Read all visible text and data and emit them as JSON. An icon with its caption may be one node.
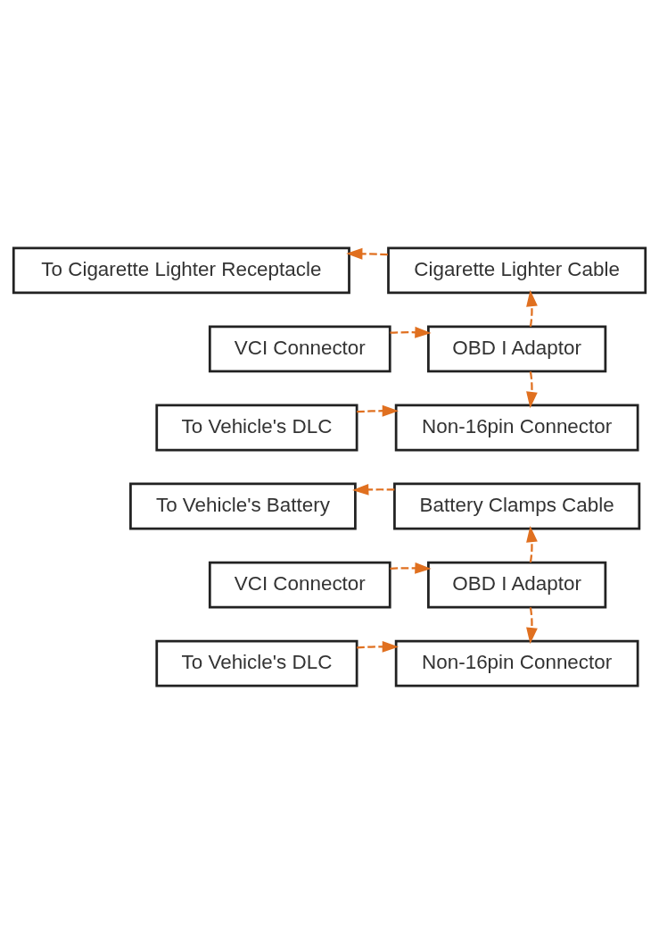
{
  "diagram": {
    "nodes": [
      {
        "text": [
          "To Cigarette Lighter Receptacle"
        ]
      },
      {
        "text": [
          "Cigarette Lighter Cable"
        ]
      },
      {
        "text": [
          "VCI Connector"
        ]
      },
      {
        "text": [
          "OBD I Adaptor"
        ]
      },
      {
        "text": [
          "To Vehicle's DLC"
        ]
      },
      {
        "text": [
          "Non-16pin Connector"
        ]
      },
      {
        "text": [
          "To Vehicle's Battery"
        ]
      },
      {
        "text": [
          "Battery Clamps Cable"
        ]
      },
      {
        "text": [
          "VCI Connector"
        ]
      },
      {
        "text": [
          "OBD I Adaptor"
        ]
      },
      {
        "text": [
          "To Vehicle's DLC"
        ]
      },
      {
        "text": [
          "Non-16pin Connector"
        ]
      }
    ],
    "edges": [
      {
        "from": 1,
        "to": 0,
        "arrow": "to",
        "style": "dashed",
        "color": "#e07020"
      },
      {
        "from": 3,
        "to": 1,
        "arrow": "to",
        "style": "dashed",
        "color": "#e07020"
      },
      {
        "from": 2,
        "to": 3,
        "arrow": "to",
        "style": "dashed",
        "color": "#e07020"
      },
      {
        "from": 3,
        "to": 5,
        "arrow": "to",
        "style": "dashed",
        "color": "#e07020"
      },
      {
        "from": 4,
        "to": 5,
        "arrow": "to",
        "style": "dashed",
        "color": "#e07020"
      },
      {
        "from": 7,
        "to": 6,
        "arrow": "to",
        "style": "dashed",
        "color": "#e07020"
      },
      {
        "from": 9,
        "to": 7,
        "arrow": "to",
        "style": "dashed",
        "color": "#e07020"
      },
      {
        "from": 8,
        "to": 9,
        "arrow": "to",
        "style": "dashed",
        "color": "#e07020"
      },
      {
        "from": 9,
        "to": 11,
        "arrow": "to",
        "style": "dashed",
        "color": "#e07020"
      },
      {
        "from": 10,
        "to": 11,
        "arrow": "to",
        "style": "dashed",
        "color": "#e07020"
      }
    ]
  }
}
